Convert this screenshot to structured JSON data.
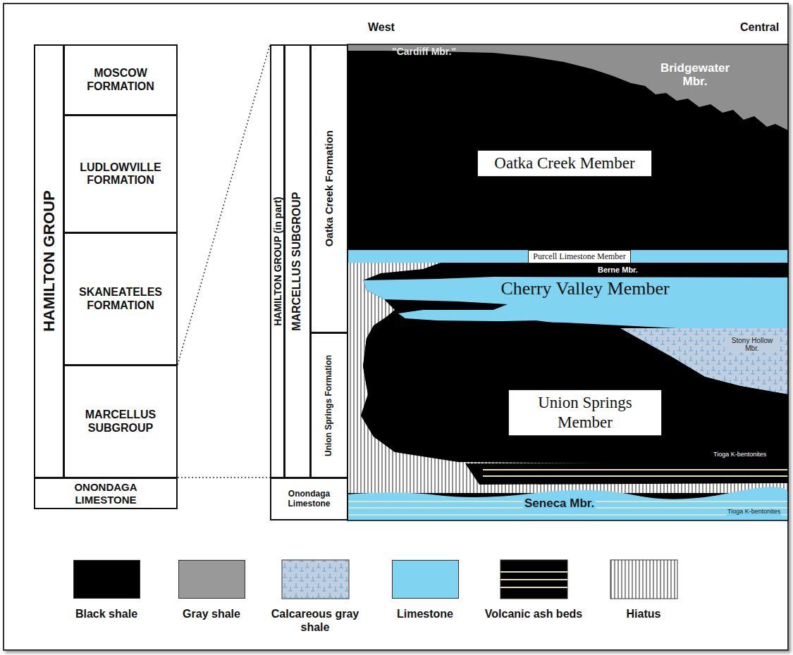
{
  "diagram": {
    "nodes": [
      {
        "text": [
          "HAMILTON GROUP"
        ]
      },
      {
        "text": [
          "MOSCOW FORMATION"
        ]
      },
      {
        "text": [
          "LUDLOWVILLE FORMATION"
        ]
      },
      {
        "text": [
          "SKANEATELES FORMATION"
        ]
      },
      {
        "text": [
          "MARCELLUS SUBGROUP"
        ]
      },
      {
        "text": [
          "ONONDAGA LIMESTONE"
        ]
      },
      {
        "text": [
          "HAMILTON GROUP (in part)"
        ]
      },
      {
        "text": [
          "MARCELLUS SUBGROUP"
        ]
      },
      {
        "text": [
          "Oatka Creek Formation"
        ]
      },
      {
        "text": [
          "Union Springs Formation"
        ]
      },
      {
        "text": [
          "Onondaga Limestone"
        ]
      },
      {
        "text": [
          "Oatka Creek Member"
        ]
      },
      {
        "text": [
          "Purcell Limestone Member"
        ]
      },
      {
        "text": [
          "Union Springs Member"
        ]
      }
    ],
    "labels": [
      "West",
      "Central",
      "\"Cardiff Mbr.\"",
      "Bridgewater Mbr.",
      "Berne Mbr.",
      "Cherry Valley Member",
      "Stony Hollow Mbr.",
      "Tioga K-bentonites",
      "Seneca Mbr.",
      "Tioga K-bentonites"
    ],
    "legend": [
      {
        "text": "Black shale",
        "color": "#000000"
      },
      {
        "text": "Gray shale",
        "color": "#999999"
      },
      {
        "text": "Calcareous gray shale"
      },
      {
        "text": "Limestone",
        "color": "#80d4f2"
      },
      {
        "text": "Volcanic ash beds"
      },
      {
        "text": "Hiatus"
      }
    ]
  }
}
